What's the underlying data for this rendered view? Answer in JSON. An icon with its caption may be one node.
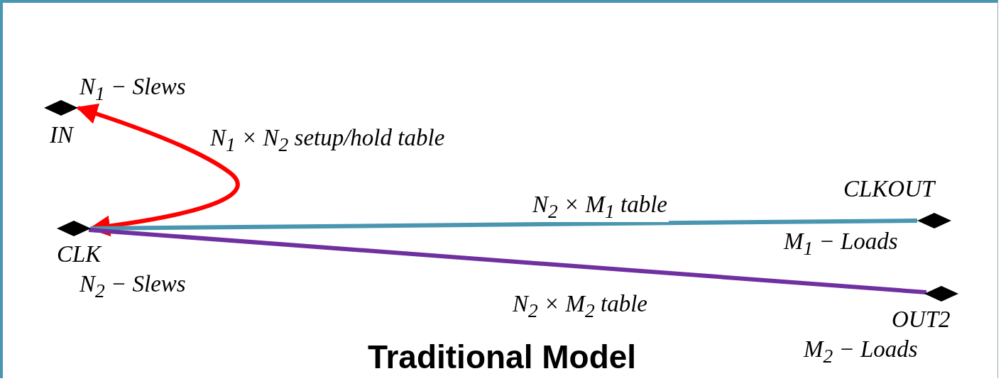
{
  "diagram": {
    "title": "Traditional Model",
    "nodes": [
      {
        "text": [],
        "shape": "diamond",
        "beside": [
          "N$_{1}$ − Slews",
          "IN"
        ]
      },
      {
        "text": [],
        "shape": "diamond",
        "beside": [
          "CLK",
          "N$_{2}$ − Slews"
        ]
      },
      {
        "text": [],
        "shape": "diamond",
        "beside": [
          "CLKOUT",
          "M$_{1}$ − Loads"
        ]
      },
      {
        "text": [],
        "shape": "diamond",
        "beside": [
          "OUT2",
          "M$_{2}$ − Loads"
        ]
      }
    ],
    "edges": [
      {
        "from": 1,
        "to": 0,
        "arrow": "both",
        "label": "N$_{1}$ × N$_{2}$ setup/hold table",
        "color": "#ff0000"
      },
      {
        "from": 1,
        "to": 2,
        "arrow": "none",
        "label": "N$_{2}$ × M$_{1}$ table",
        "color": "#4a96b0"
      },
      {
        "from": 1,
        "to": 3,
        "arrow": "none",
        "label": "N$_{2}$ × M$_{2}$ table",
        "color": "#7030a0"
      }
    ]
  }
}
